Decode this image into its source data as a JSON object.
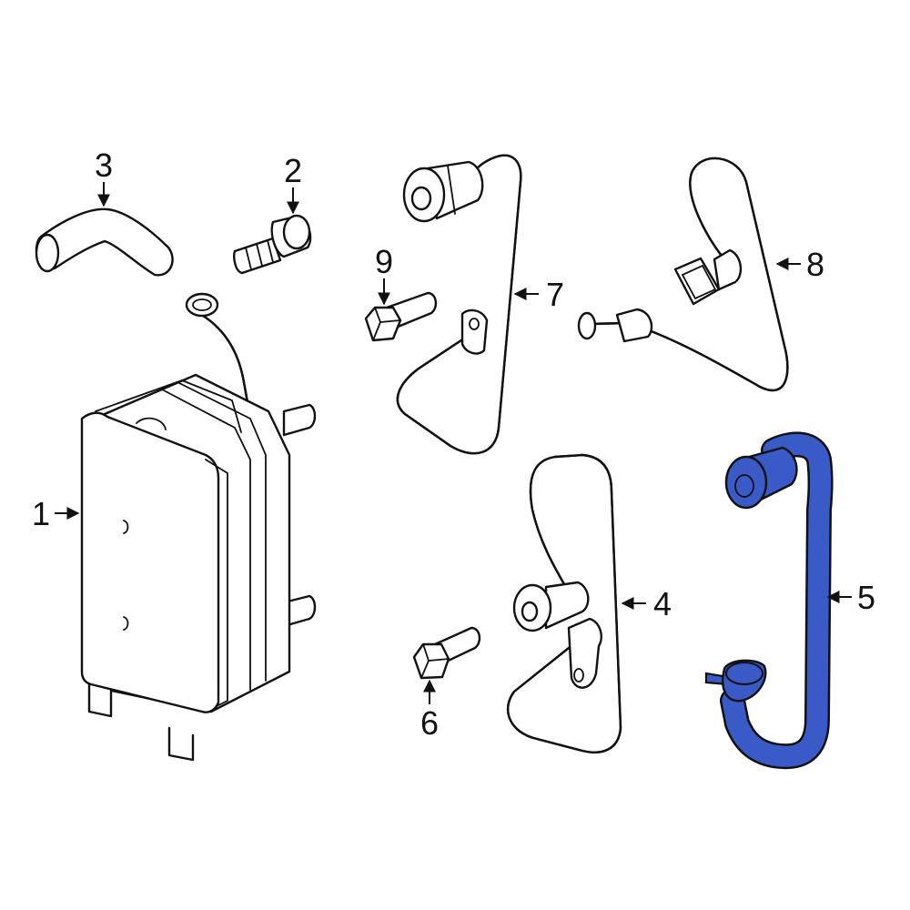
{
  "callouts": {
    "p1": "1",
    "p2": "2",
    "p3": "3",
    "p4": "4",
    "p5": "5",
    "p6": "6",
    "p7": "7",
    "p8": "8",
    "p9": "9"
  },
  "colors": {
    "highlight": "#3a5bc7",
    "outline": "#111111",
    "background": "#ffffff"
  }
}
